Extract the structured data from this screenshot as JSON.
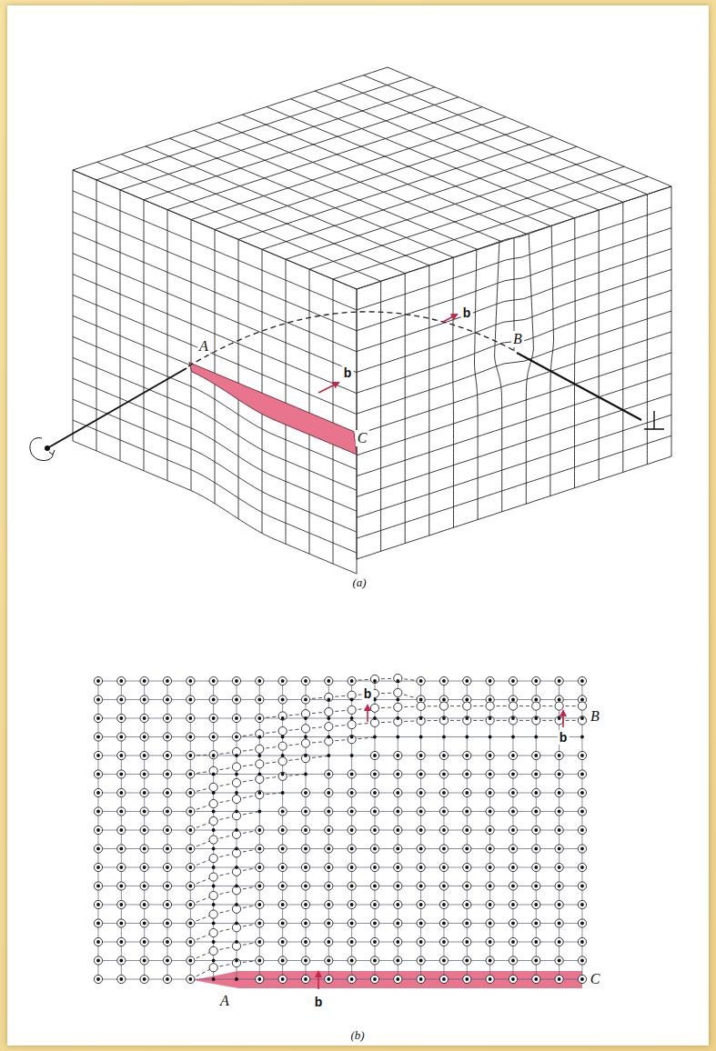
{
  "diagram": {
    "labels": [
      "b",
      "A",
      "B",
      "b",
      "C",
      "(a)",
      "b",
      "B",
      "b",
      "C",
      "A",
      "b",
      "(b)"
    ]
  }
}
